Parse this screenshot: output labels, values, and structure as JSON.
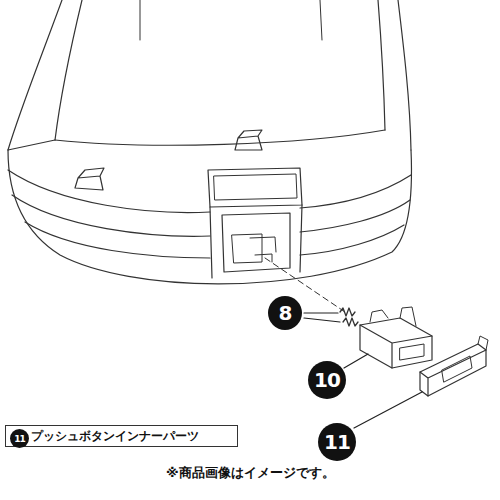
{
  "diagram": {
    "nodes": [
      {
        "text": [
          "8"
        ]
      },
      {
        "text": [
          "10"
        ]
      },
      {
        "text": [
          "11"
        ]
      },
      {
        "text": [
          "プッシュボタンインナーパーツ"
        ]
      },
      {
        "text": [
          "11"
        ],
        "in": 3
      }
    ],
    "labels": [
      "※商品画像はイメージです。"
    ]
  }
}
